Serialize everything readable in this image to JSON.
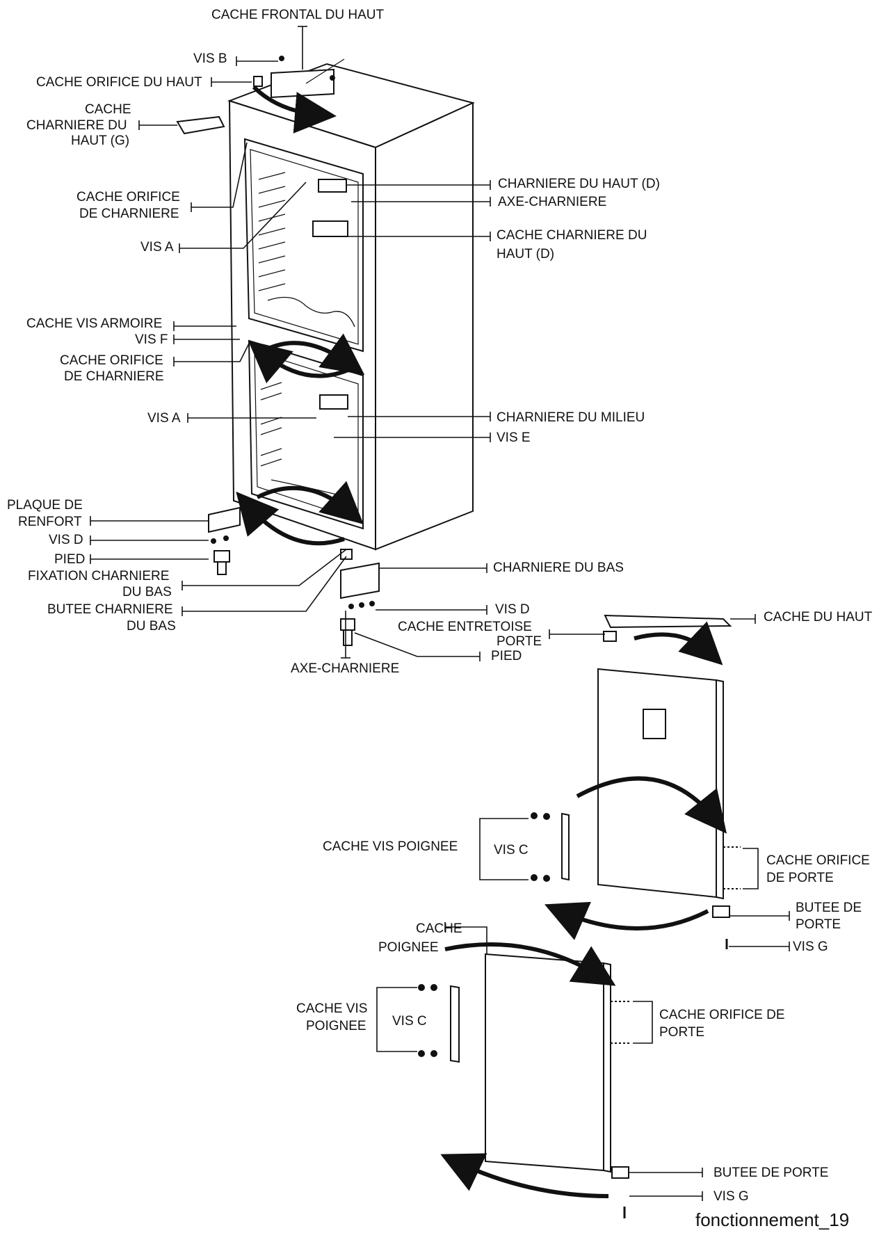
{
  "labels": {
    "cache_frontal_du_haut": "CACHE FRONTAL DU HAUT",
    "vis_b": "VIS B",
    "cache_orifice_du_haut": "CACHE ORIFICE DU HAUT",
    "cache_charniere_haut_g": [
      "CACHE",
      "CHARNIERE DU",
      "HAUT (G)"
    ],
    "cache_orifice_charniere_1": [
      "CACHE ORIFICE",
      "DE CHARNIERE"
    ],
    "vis_a_1": "VIS A",
    "charniere_du_haut_d": "CHARNIERE DU HAUT (D)",
    "axe_charniere_1": "AXE-CHARNIERE",
    "cache_charniere_haut_d": [
      "CACHE CHARNIERE DU",
      "HAUT (D)"
    ],
    "cache_vis_armoire": "CACHE VIS ARMOIRE",
    "vis_f": "VIS F",
    "cache_orifice_charniere_2": [
      "CACHE ORIFICE",
      "DE CHARNIERE"
    ],
    "vis_a_2": "VIS A",
    "charniere_du_milieu": "CHARNIERE DU MILIEU",
    "vis_e": "VIS E",
    "plaque_de_renfort": [
      "PLAQUE DE",
      "RENFORT"
    ],
    "vis_d_1": "VIS D",
    "pied_1": "PIED",
    "fixation_charniere_du_bas": [
      "FIXATION CHARNIERE",
      "DU BAS"
    ],
    "butee_charniere_du_bas": [
      "BUTEE CHARNIERE",
      "DU BAS"
    ],
    "charniere_du_bas": "CHARNIERE DU BAS",
    "vis_d_2": "VIS D",
    "cache_entretoise_porte": [
      "CACHE ENTRETOISE",
      "PORTE"
    ],
    "pied_2": "PIED",
    "axe_charniere_2": "AXE-CHARNIERE",
    "cache_du_haut": "CACHE DU HAUT",
    "cache_vis_poignee_1": "CACHE VIS POIGNEE",
    "vis_c_1": "VIS C",
    "cache_orifice_de_porte_1": [
      "CACHE ORIFICE",
      "DE PORTE"
    ],
    "butee_de_porte_1": [
      "BUTEE DE",
      "PORTE"
    ],
    "vis_g_1": "VIS G",
    "cache_poignee": [
      "CACHE",
      "POIGNEE"
    ],
    "cache_vis_poignee_2": [
      "CACHE VIS",
      "POIGNEE"
    ],
    "vis_c_2": "VIS C",
    "cache_orifice_de_porte_2": [
      "CACHE ORIFICE DE",
      "PORTE"
    ],
    "butee_de_porte_2": "BUTEE DE PORTE",
    "vis_g_2": "VIS G"
  },
  "footer": "fonctionnement_19"
}
